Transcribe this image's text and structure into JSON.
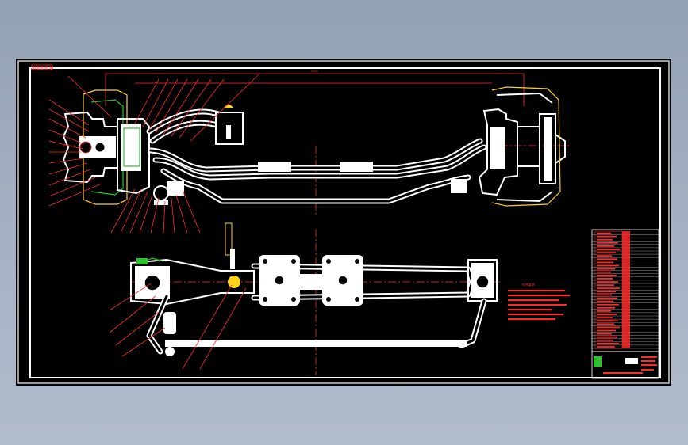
{
  "drawing": {
    "title_tag": "装配图 前 轴",
    "view_dimension": "2000",
    "tech_requirements_heading": "技术要求"
  },
  "colors": {
    "background": "#000000",
    "outline": "#ffffff",
    "dimension": "#ff2a2a",
    "hidden_part": "#ffd21a",
    "section_hatch": "#2ec02e",
    "workspace": "#9aa7ba"
  }
}
